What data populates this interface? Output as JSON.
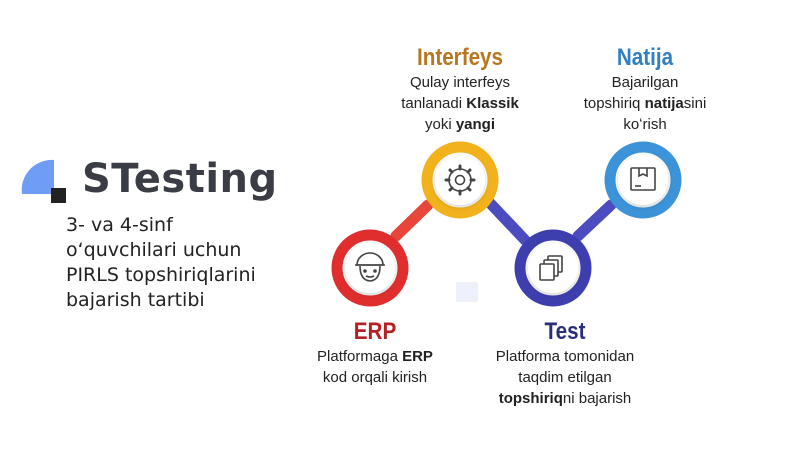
{
  "logo": {
    "text": "STesting",
    "mark_colors": {
      "shape": "#6f9cf5",
      "square": "#222222"
    }
  },
  "description": {
    "lines": [
      "3- va 4-sinf",
      "oʻquvchilari uchun",
      "PIRLS topshiriqlarini",
      "bajarish tartibi"
    ]
  },
  "steps": {
    "interfeys": {
      "title": "Interfeys",
      "line1": "Qulay interfeys",
      "line2_a": "tanlanadi ",
      "line2_b": "Klassik",
      "line3_a": "yoki ",
      "line3_b": "yangi",
      "icon": "gear-icon",
      "color": "#f2b21c"
    },
    "natija": {
      "title": "Natija",
      "line1": "Bajarilgan",
      "line2_a": "topshiriq ",
      "line2_b": "natija",
      "line2_c": "sini",
      "line3": "koʻrish",
      "icon": "box-icon",
      "color": "#3d93d8"
    },
    "erp": {
      "title": "ERP",
      "line1_a": "Platformaga ",
      "line1_b": "ERP",
      "line2": "kod orqali kirish",
      "icon": "worker-icon",
      "color": "#e02e2e"
    },
    "test": {
      "title": "Test",
      "line1": "Platforma tomonidan",
      "line2": "taqdim etilgan",
      "line3_a": "topshiriq",
      "line3_b": "ni bajarish",
      "icon": "documents-icon",
      "color": "#3e3fae"
    }
  }
}
